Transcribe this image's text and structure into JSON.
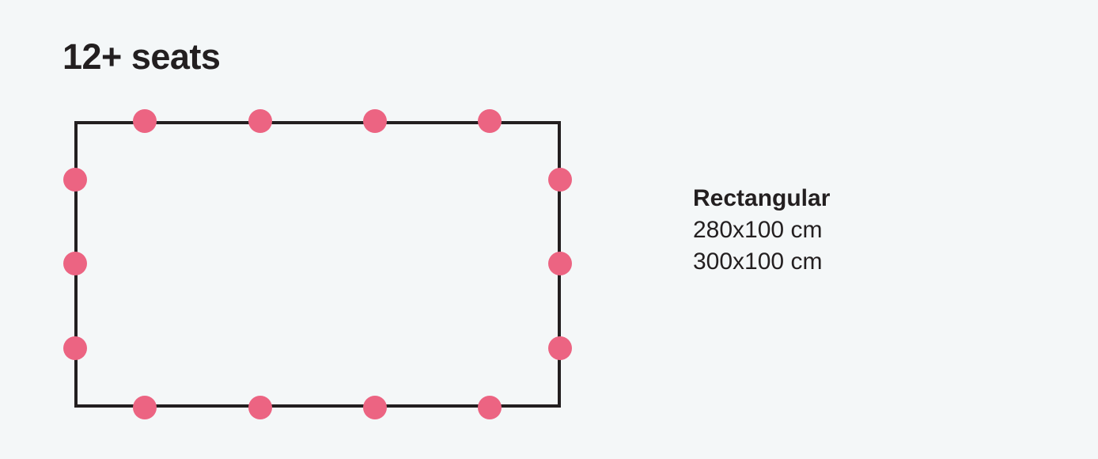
{
  "title": "12+ seats",
  "table": {
    "shape": "Rectangular",
    "sizes": [
      "280x100 cm",
      "300x100 cm"
    ],
    "seat_count_shown": 14
  },
  "colors": {
    "background": "#f4f7f8",
    "outline": "#231f20",
    "seat": "#ec6482"
  }
}
